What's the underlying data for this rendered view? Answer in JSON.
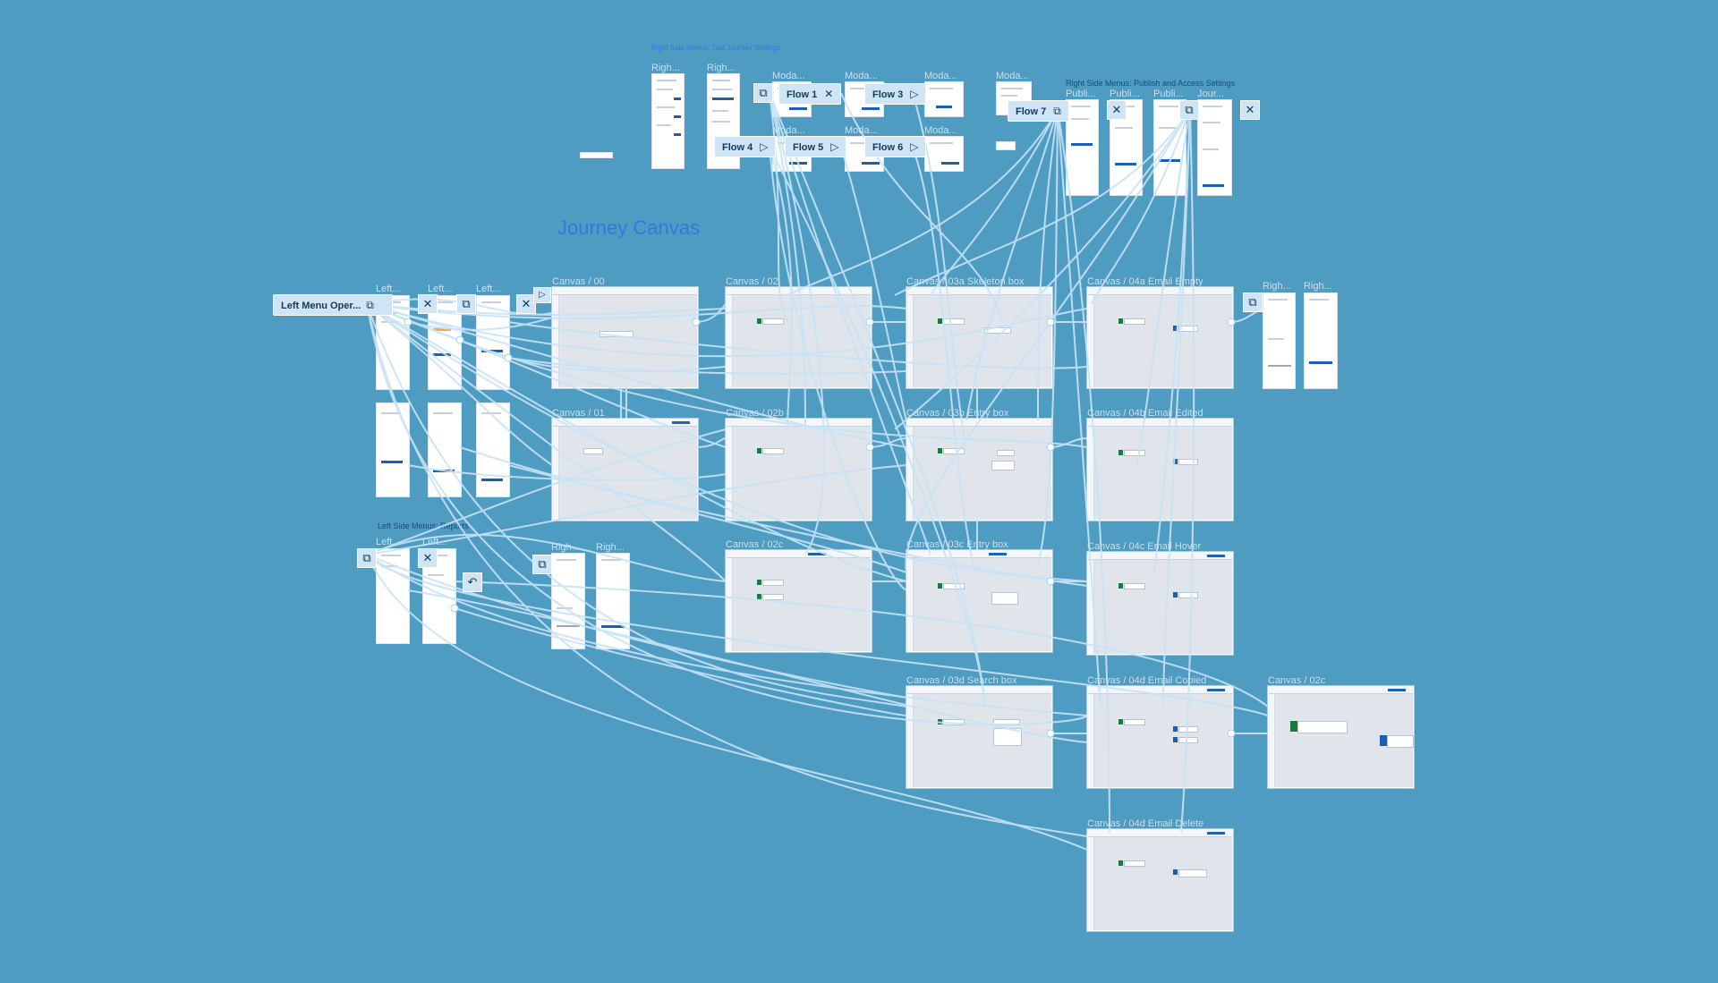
{
  "page": {
    "title": "Journey Canvas",
    "background": "#4f9cc2",
    "accent": "#1a5fb4"
  },
  "top": {
    "caption": "Right Side Menus: Test Journey Settings",
    "publish_caption": "Right Side Menus: Publish and Access Settings",
    "reports_caption": "Left Side Menus: Reports"
  },
  "flows": [
    {
      "label": "Flow 1",
      "icon": "close-icon"
    },
    {
      "label": "Flow 3",
      "icon": "play-icon"
    },
    {
      "label": "Flow 4",
      "icon": "play-icon"
    },
    {
      "label": "Flow 5",
      "icon": "play-icon"
    },
    {
      "label": "Flow 6",
      "icon": "play-icon"
    },
    {
      "label": "Flow 7",
      "icon": "copy-icon"
    }
  ],
  "left_menu_tag": "Left Menu Oper...",
  "labels": {
    "righ": "Righ...",
    "moda": "Moda...",
    "publi": "Publi...",
    "jour": "Jour...",
    "left": "Left...",
    "righ_bottom": "Righ..."
  },
  "canvases": [
    {
      "label": "Canvas / 00"
    },
    {
      "label": "Canvas / 01"
    },
    {
      "label": "Canvas / 02"
    },
    {
      "label": "Canvas / 02b"
    },
    {
      "label": "Canvas / 02c"
    },
    {
      "label": "Canvas / 03a Skeleton box"
    },
    {
      "label": "Canvas / 03b Entry box"
    },
    {
      "label": "Canvas / 03c Entry box"
    },
    {
      "label": "Canvas / 03d Search box"
    },
    {
      "label": "Canvas / 04a Email Empty"
    },
    {
      "label": "Canvas / 04b Email Edited"
    },
    {
      "label": "Canvas / 04c Email Hover"
    },
    {
      "label": "Canvas / 04d Email Copied"
    },
    {
      "label": "Canvas / 04d Email Delete"
    },
    {
      "label": "Canvas / 02c"
    }
  ]
}
